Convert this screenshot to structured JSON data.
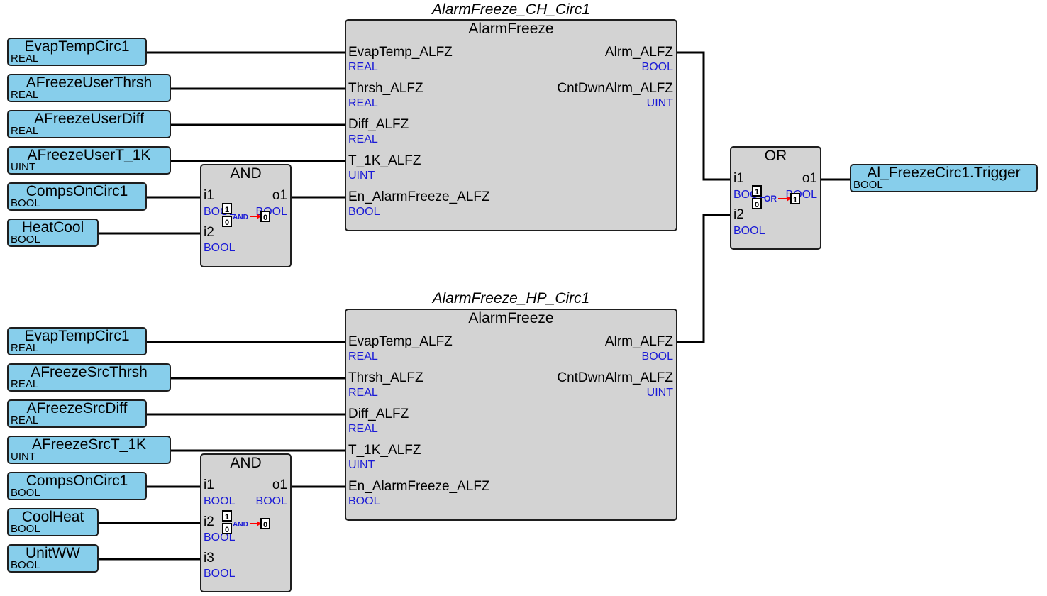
{
  "diagram": {
    "inputs_top": [
      {
        "name": "EvapTempCirc1",
        "type": "REAL"
      },
      {
        "name": "AFreezeUserThrsh",
        "type": "REAL"
      },
      {
        "name": "AFreezeUserDiff",
        "type": "REAL"
      },
      {
        "name": "AFreezeUserT_1K",
        "type": "UINT"
      },
      {
        "name": "CompsOnCirc1",
        "type": "BOOL"
      },
      {
        "name": "HeatCool",
        "type": "BOOL"
      }
    ],
    "inputs_bottom": [
      {
        "name": "EvapTempCirc1",
        "type": "REAL"
      },
      {
        "name": "AFreezeSrcThrsh",
        "type": "REAL"
      },
      {
        "name": "AFreezeSrcDiff",
        "type": "REAL"
      },
      {
        "name": "AFreezeSrcT_1K",
        "type": "UINT"
      },
      {
        "name": "CompsOnCirc1",
        "type": "BOOL"
      },
      {
        "name": "CoolHeat",
        "type": "BOOL"
      },
      {
        "name": "UnitWW",
        "type": "BOOL"
      }
    ],
    "alarm_block_top": {
      "instance": "AlarmFreeze_CH_Circ1",
      "type": "AlarmFreeze",
      "inputs": [
        {
          "pin": "EvapTemp_ALFZ",
          "type": "REAL"
        },
        {
          "pin": "Thrsh_ALFZ",
          "type": "REAL"
        },
        {
          "pin": "Diff_ALFZ",
          "type": "REAL"
        },
        {
          "pin": "T_1K_ALFZ",
          "type": "UINT"
        },
        {
          "pin": "En_AlarmFreeze_ALFZ",
          "type": "BOOL"
        }
      ],
      "outputs": [
        {
          "pin": "Alrm_ALFZ",
          "type": "BOOL"
        },
        {
          "pin": "CntDwnAlrm_ALFZ",
          "type": "UINT"
        }
      ]
    },
    "alarm_block_bottom": {
      "instance": "AlarmFreeze_HP_Circ1",
      "type": "AlarmFreeze",
      "inputs": [
        {
          "pin": "EvapTemp_ALFZ",
          "type": "REAL"
        },
        {
          "pin": "Thrsh_ALFZ",
          "type": "REAL"
        },
        {
          "pin": "Diff_ALFZ",
          "type": "REAL"
        },
        {
          "pin": "T_1K_ALFZ",
          "type": "UINT"
        },
        {
          "pin": "En_AlarmFreeze_ALFZ",
          "type": "BOOL"
        }
      ],
      "outputs": [
        {
          "pin": "Alrm_ALFZ",
          "type": "BOOL"
        },
        {
          "pin": "CntDwnAlrm_ALFZ",
          "type": "UINT"
        }
      ]
    },
    "and_block_top": {
      "title": "AND",
      "inputs": [
        {
          "pin": "i1",
          "type": "BOOL"
        },
        {
          "pin": "i2",
          "type": "BOOL"
        }
      ],
      "output": {
        "pin": "o1",
        "type": "BOOL"
      },
      "icon_label": "AND",
      "icon_in_values": [
        "1",
        "0"
      ],
      "icon_out_value": "0"
    },
    "and_block_bottom": {
      "title": "AND",
      "inputs": [
        {
          "pin": "i1",
          "type": "BOOL"
        },
        {
          "pin": "i2",
          "type": "BOOL"
        },
        {
          "pin": "i3",
          "type": "BOOL"
        }
      ],
      "output": {
        "pin": "o1",
        "type": "BOOL"
      },
      "icon_label": "AND",
      "icon_in_values": [
        "1",
        "0"
      ],
      "icon_out_value": "0"
    },
    "or_block": {
      "title": "OR",
      "inputs": [
        {
          "pin": "i1",
          "type": "BOOL"
        },
        {
          "pin": "i2",
          "type": "BOOL"
        }
      ],
      "output": {
        "pin": "o1",
        "type": "BOOL"
      },
      "icon_label": "OR",
      "icon_in_values": [
        "1",
        "0"
      ],
      "icon_out_value": "1"
    },
    "output_var": {
      "name": "Al_FreezeCirc1.Trigger",
      "type": "BOOL"
    },
    "colors": {
      "variable_fill": "#87ceeb",
      "block_fill": "#d3d3d3",
      "type_text": "#1a1ad6",
      "wire": "#000000",
      "icon_arrow": "#ff0000",
      "icon_label": "#1a1ad6"
    }
  }
}
